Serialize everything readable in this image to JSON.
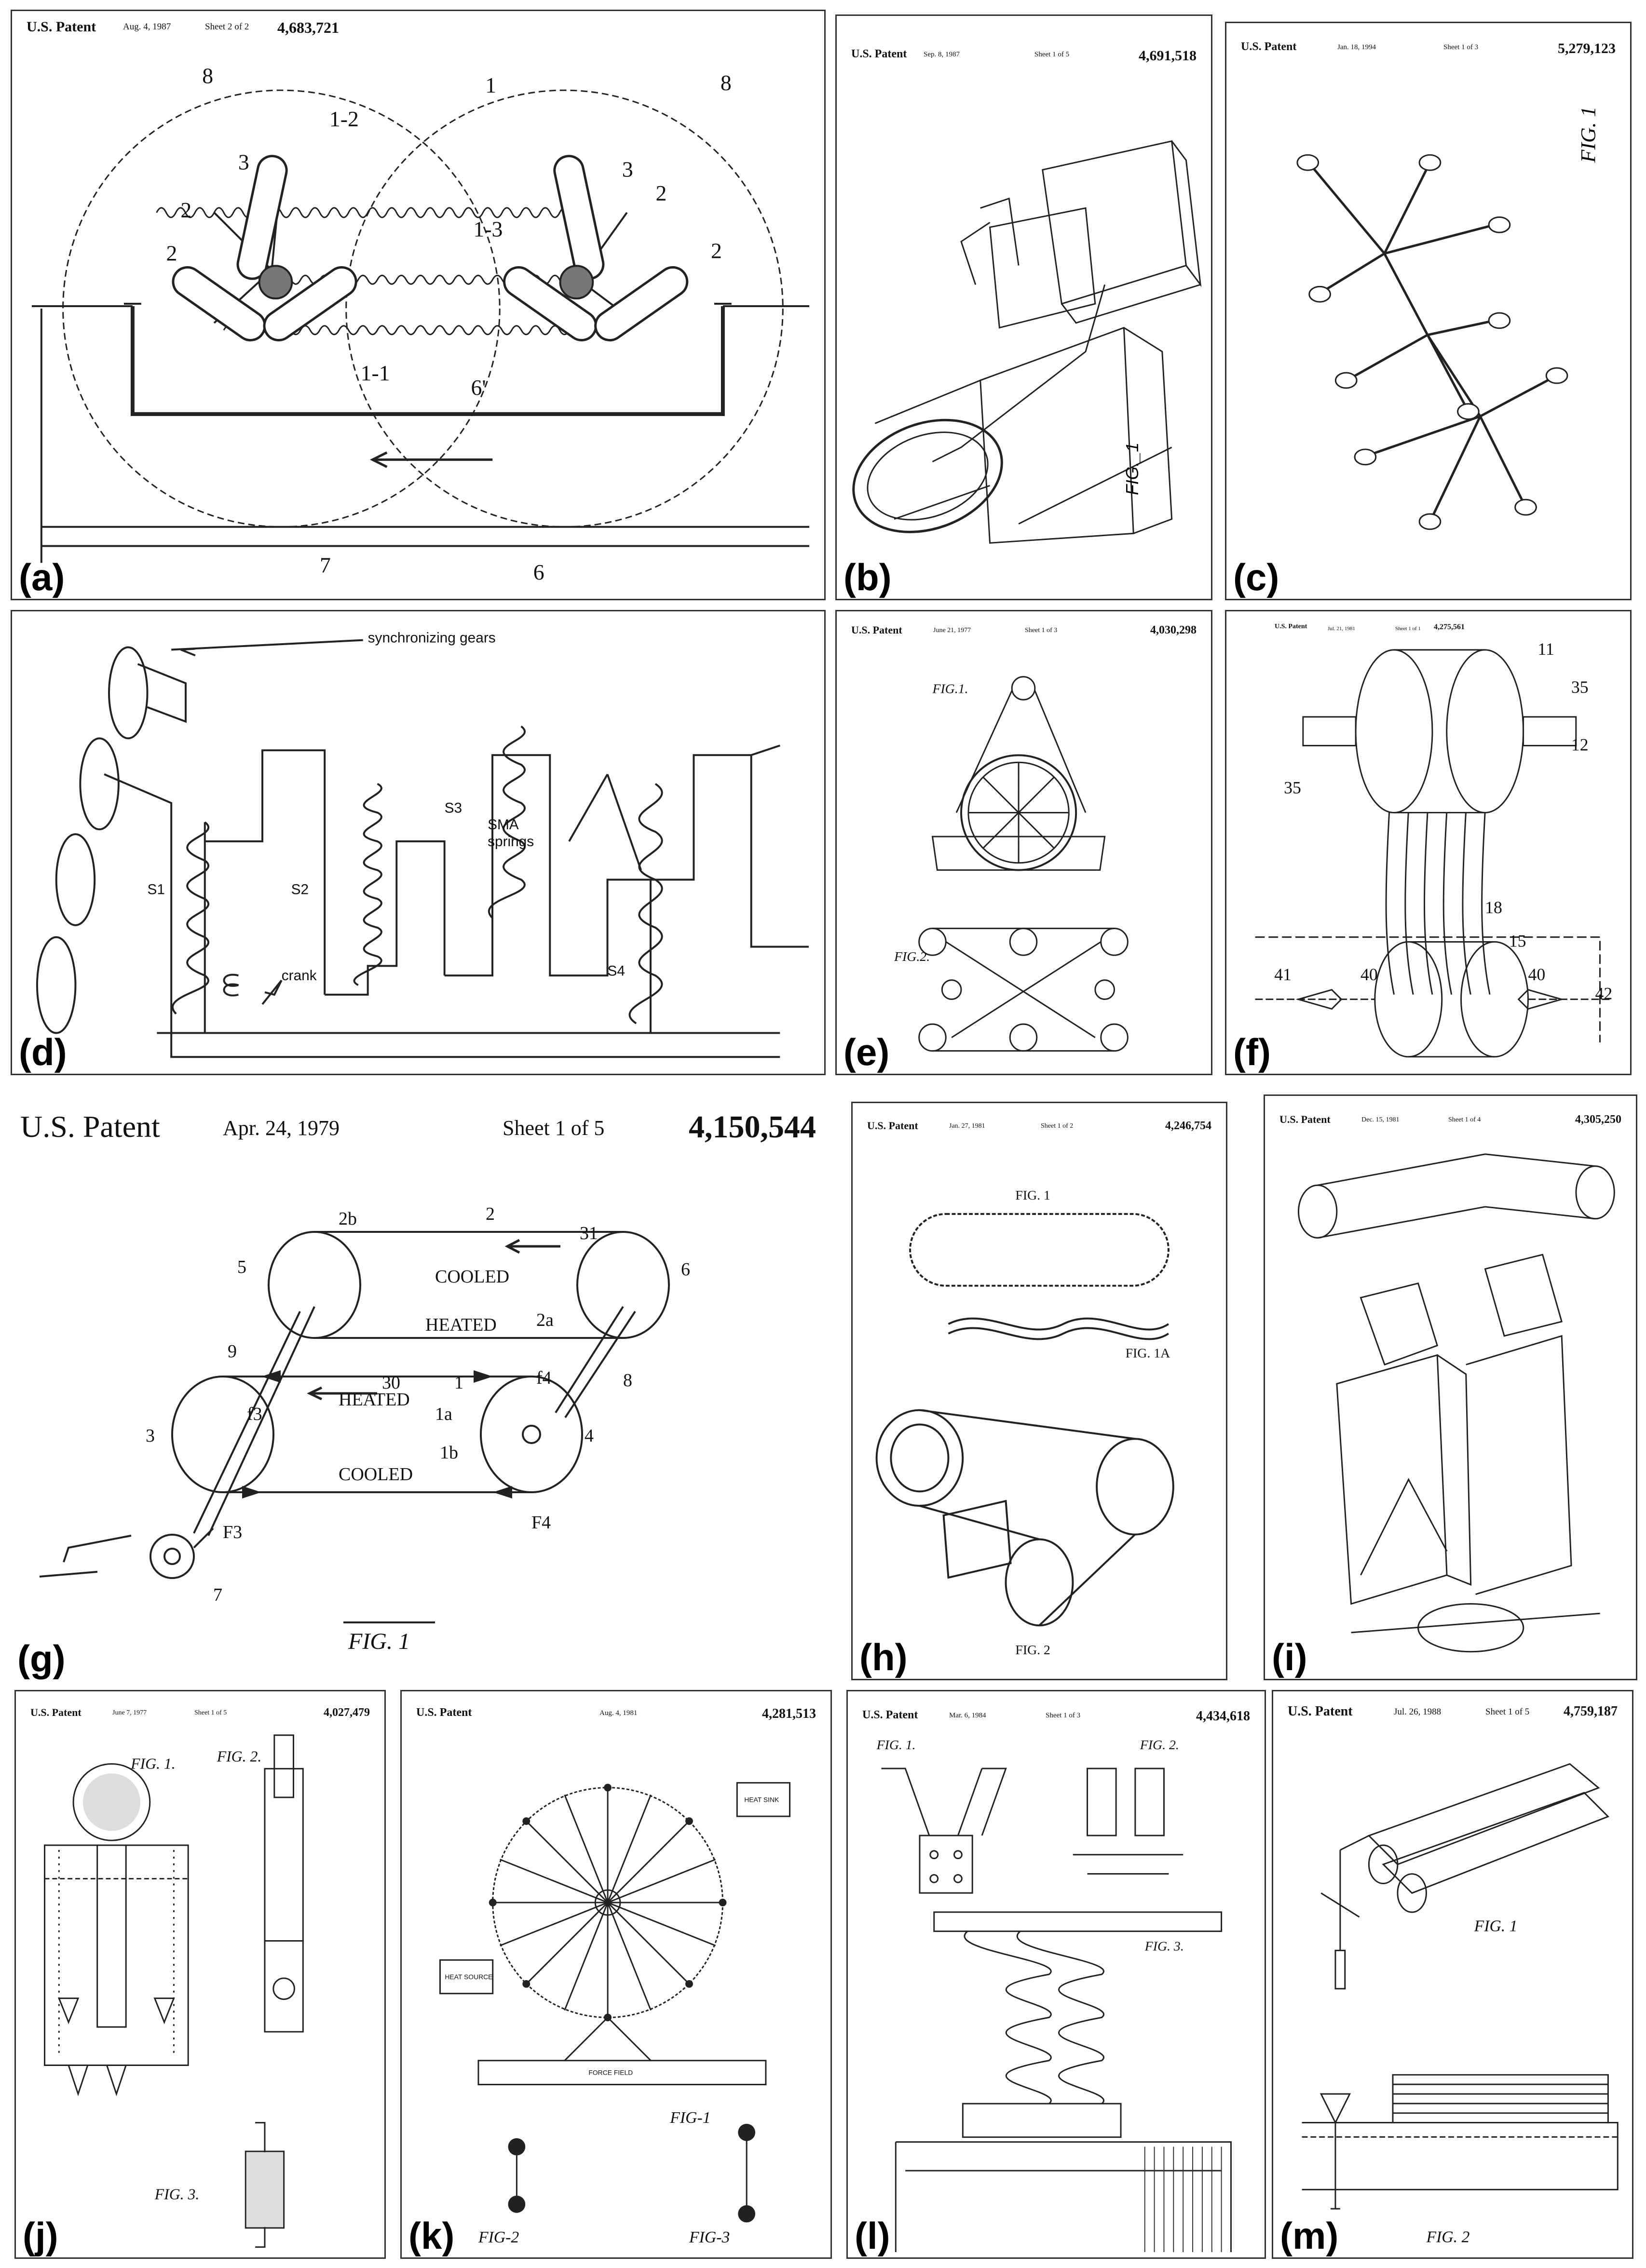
{
  "panels": {
    "a": {
      "label": "(a)",
      "header": {
        "patent": "U.S. Patent",
        "date": "Aug. 4, 1987",
        "sheet": "Sheet 2 of 2",
        "number": "4,683,721"
      },
      "refs": {
        "r8a": "8",
        "r8b": "8",
        "r1": "1",
        "r12": "1-2",
        "r13": "1-3",
        "r11": "1-1",
        "r3a": "3",
        "r3b": "3",
        "r2a": "2",
        "r2b": "2",
        "r2c": "2",
        "r2d": "2",
        "r6p": "6'",
        "r6": "6",
        "r7": "7"
      }
    },
    "b": {
      "label": "(b)",
      "header": {
        "patent": "U.S. Patent",
        "date": "Sep. 8, 1987",
        "sheet": "Sheet 1 of 5",
        "number": "4,691,518"
      },
      "fig": "FIG._1"
    },
    "c": {
      "label": "(c)",
      "header": {
        "patent": "U.S. Patent",
        "date": "Jan. 18, 1994",
        "sheet": "Sheet 1 of 3",
        "number": "5,279,123"
      },
      "fig": "FIG. 1"
    },
    "d": {
      "label": "(d)",
      "texts": {
        "gears": "synchronizing gears",
        "sma": "SMA",
        "springs": "springs",
        "crank": "crank",
        "s1": "S1",
        "s2": "S2",
        "s3": "S3",
        "s4": "S4"
      }
    },
    "e": {
      "label": "(e)",
      "header": {
        "patent": "U.S. Patent",
        "date": "June 21, 1977",
        "sheet": "Sheet 1 of 3",
        "number": "4,030,298"
      },
      "fig1": "FIG.1.",
      "fig2": "FIG.2."
    },
    "f": {
      "label": "(f)",
      "header": {
        "patent": "U.S. Patent",
        "date": "Jul. 21, 1981",
        "sheet": "Sheet 1 of 1",
        "number": "4,275,561"
      },
      "refs": {
        "r11": "11",
        "r35a": "35",
        "r35b": "35",
        "r12": "12",
        "r18": "18",
        "r15": "15",
        "r41": "41",
        "r40a": "40",
        "r40b": "40",
        "r42": "42"
      }
    },
    "g": {
      "label": "(g)",
      "header": {
        "patent": "U.S. Patent",
        "date": "Apr. 24, 1979",
        "sheet": "Sheet 1 of 5",
        "number": "4,150,544"
      },
      "texts": {
        "cooled1": "COOLED",
        "heated1": "HEATED",
        "heated2": "HEATED",
        "cooled2": "COOLED",
        "r2b": "2b",
        "r2": "2",
        "r31": "31",
        "r5": "5",
        "r6": "6",
        "r2a": "2a",
        "r9": "9",
        "r30": "30",
        "r1": "1",
        "r8": "8",
        "rf4": "f4",
        "rf3": "f3",
        "r1a": "1a",
        "r3": "3",
        "r4": "4",
        "r1b": "1b",
        "rF3": "F3",
        "rF4": "F4",
        "r7": "7",
        "fig": "FIG. 1"
      }
    },
    "h": {
      "label": "(h)",
      "header": {
        "patent": "U.S. Patent",
        "date": "Jan. 27, 1981",
        "sheet": "Sheet 1 of 2",
        "number": "4,246,754"
      },
      "fig1": "FIG. 1",
      "fig1a": "FIG. 1A",
      "fig2": "FIG. 2"
    },
    "i": {
      "label": "(i)",
      "header": {
        "patent": "U.S. Patent",
        "date": "Dec. 15, 1981",
        "sheet": "Sheet 1 of 4",
        "number": "4,305,250"
      }
    },
    "j": {
      "label": "(j)",
      "header": {
        "patent": "U.S. Patent",
        "date": "June 7, 1977",
        "sheet": "Sheet 1 of 5",
        "number": "4,027,479"
      },
      "fig1": "FIG. 1.",
      "fig2": "FIG. 2.",
      "fig3": "FIG. 3."
    },
    "k": {
      "label": "(k)",
      "header": {
        "patent": "U.S. Patent",
        "date": "Aug. 4, 1981",
        "sheet": "",
        "number": "4,281,513"
      },
      "fig1": "FIG-1",
      "fig2": "FIG-2",
      "fig3": "FIG-3",
      "force": "FORCE FIELD",
      "source": "HEAT SOURCE",
      "sink": "HEAT SINK"
    },
    "l": {
      "label": "(l)",
      "header": {
        "patent": "U.S. Patent",
        "date": "Mar. 6, 1984",
        "sheet": "Sheet 1 of 3",
        "number": "4,434,618"
      },
      "fig1": "FIG. 1.",
      "fig2": "FIG. 2.",
      "fig3": "FIG. 3."
    },
    "m": {
      "label": "(m)",
      "header": {
        "patent": "U.S. Patent",
        "date": "Jul. 26, 1988",
        "sheet": "Sheet 1 of 5",
        "number": "4,759,187"
      },
      "fig1": "FIG. 1",
      "fig2": "FIG. 2"
    }
  }
}
